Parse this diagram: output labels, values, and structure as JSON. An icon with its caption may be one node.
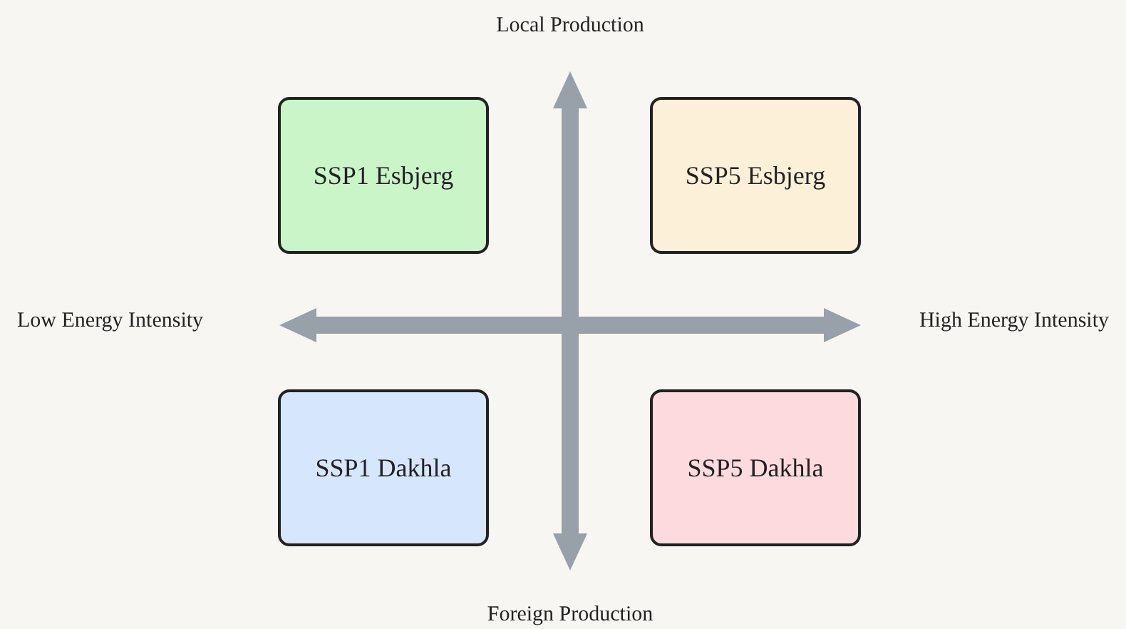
{
  "diagram": {
    "nodes": [
      {
        "text": [
          "SSP1 Esbjerg"
        ]
      },
      {
        "text": [
          "SSP5 Esbjerg"
        ]
      },
      {
        "text": [
          "SSP1 Dakhla"
        ]
      },
      {
        "text": [
          "SSP5 Dakhla"
        ]
      }
    ],
    "labels": [
      "Local Production",
      "Low Energy Intensity",
      "High Energy Intensity",
      "Foreign Production"
    ]
  }
}
